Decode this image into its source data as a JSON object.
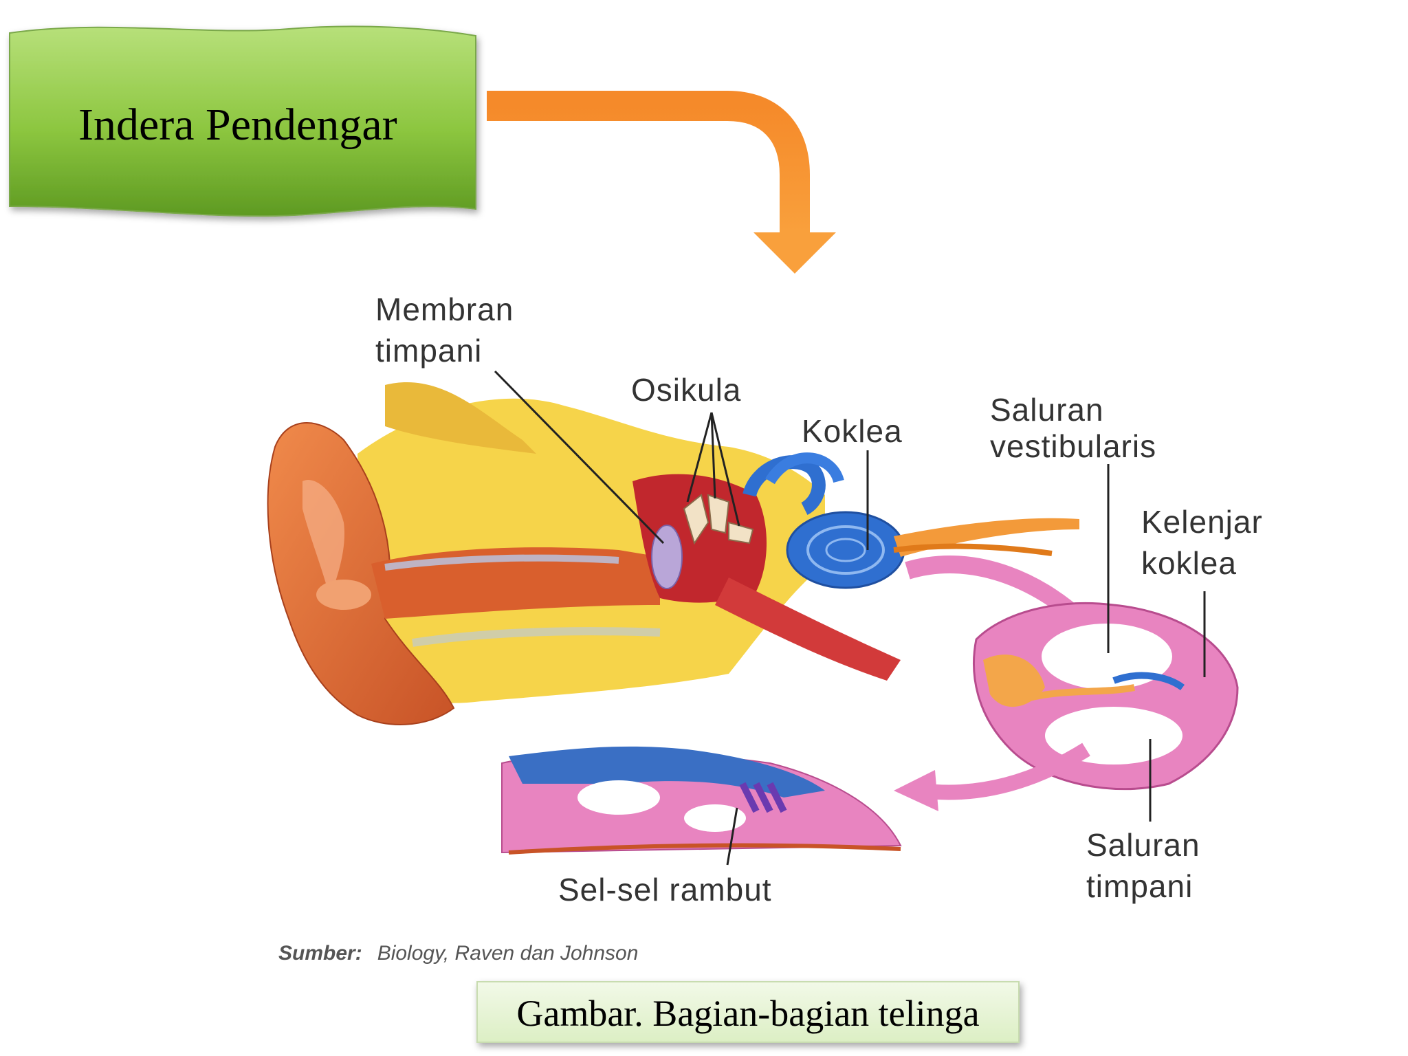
{
  "title": "Indera Pendengar",
  "caption": "Gambar. Bagian-bagian telinga",
  "source": {
    "prefix": "Sumber:",
    "text": "Biology, Raven dan Johnson"
  },
  "labels": {
    "membran_line1": "Membran",
    "membran_line2": "timpani",
    "osikula": "Osikula",
    "koklea": "Koklea",
    "saluran_vest_line1": "Saluran",
    "saluran_vest_line2": "vestibularis",
    "kelenjar_line1": "Kelenjar",
    "kelenjar_line2": "koklea",
    "sel_rambut": "Sel-sel rambut",
    "saluran_timp_line1": "Saluran",
    "saluran_timp_line2": "timpani"
  },
  "colors": {
    "title_banner": "#8cc63f",
    "arrow": "#f7902a",
    "caption_box": "#eaf4dc",
    "outer_ear": "#e2703a",
    "bone": "#f4d03f",
    "cochlea": "#2f6fd0",
    "cochlea_section": "#e884c0"
  },
  "icons": {
    "arrow": "curved-down-arrow-icon"
  }
}
